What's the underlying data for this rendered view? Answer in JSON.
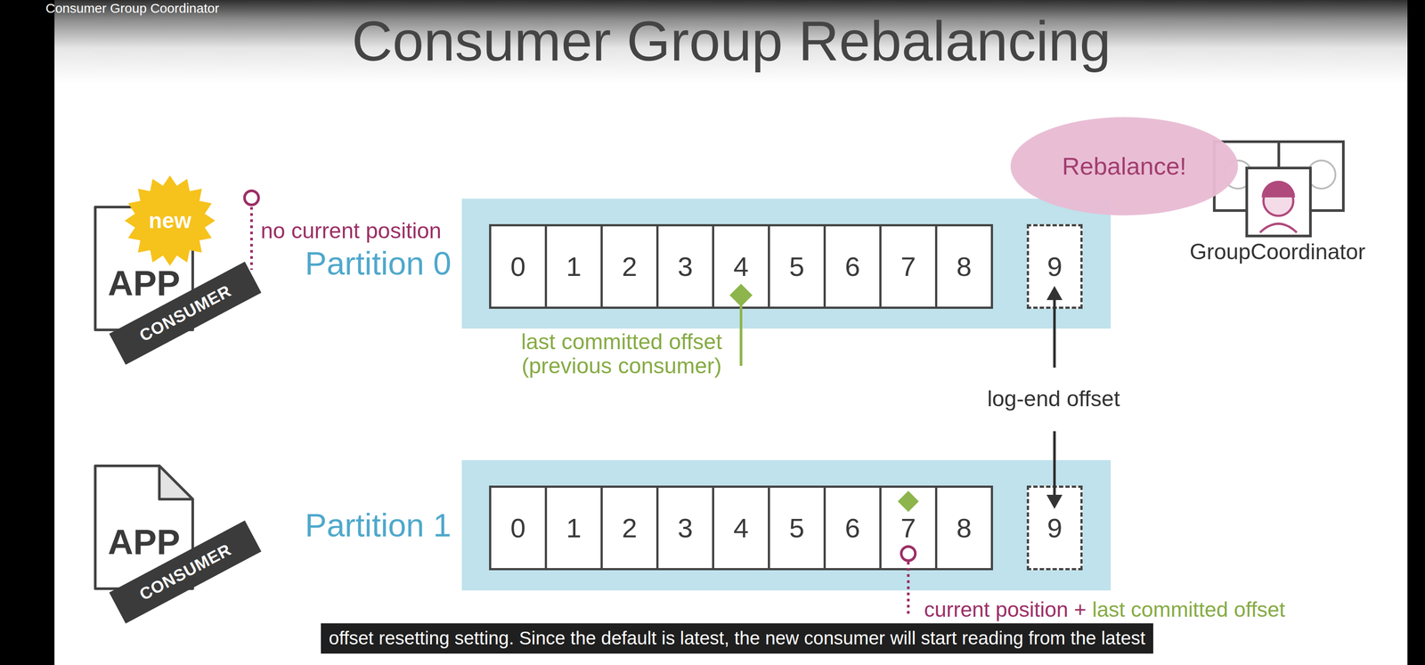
{
  "diagram": {
    "title": "Consumer Group Rebalancing",
    "caption": "offset resetting setting. Since the default is latest, the new consumer will start reading from the latest",
    "nodes": [
      {
        "text": [
          "new"
        ]
      },
      {
        "text": [
          "APP",
          "CONSUMER"
        ]
      },
      {
        "text": [
          "Partition 0"
        ]
      },
      {
        "text": [
          "0"
        ],
        "in": 2
      },
      {
        "text": [
          "1"
        ],
        "in": 2
      },
      {
        "text": [
          "2"
        ],
        "in": 2
      },
      {
        "text": [
          "3"
        ],
        "in": 2
      },
      {
        "text": [
          "4"
        ],
        "in": 2
      },
      {
        "text": [
          "5"
        ],
        "in": 2
      },
      {
        "text": [
          "6"
        ],
        "in": 2
      },
      {
        "text": [
          "7"
        ],
        "in": 2
      },
      {
        "text": [
          "8"
        ],
        "in": 2
      },
      {
        "text": [
          "9"
        ],
        "in": 2
      },
      {
        "text": [
          "Rebalance!"
        ]
      },
      {
        "text": [
          "GroupCoordinator"
        ]
      },
      {
        "text": [
          "APP",
          "CONSUMER"
        ]
      },
      {
        "text": [
          "Partition 1"
        ]
      },
      {
        "text": [
          "0"
        ],
        "in": 16
      },
      {
        "text": [
          "1"
        ],
        "in": 16
      },
      {
        "text": [
          "2"
        ],
        "in": 16
      },
      {
        "text": [
          "3"
        ],
        "in": 16
      },
      {
        "text": [
          "4"
        ],
        "in": 16
      },
      {
        "text": [
          "5"
        ],
        "in": 16
      },
      {
        "text": [
          "6"
        ],
        "in": 16
      },
      {
        "text": [
          "7"
        ],
        "in": 16
      },
      {
        "text": [
          "8"
        ],
        "in": 16
      },
      {
        "text": [
          "9"
        ],
        "in": 16
      }
    ],
    "labels": [
      "Consumer Group Coordinator",
      "no current position",
      "last committed offset (previous consumer)",
      "log-end offset",
      "current position +",
      "last committed offset"
    ]
  }
}
